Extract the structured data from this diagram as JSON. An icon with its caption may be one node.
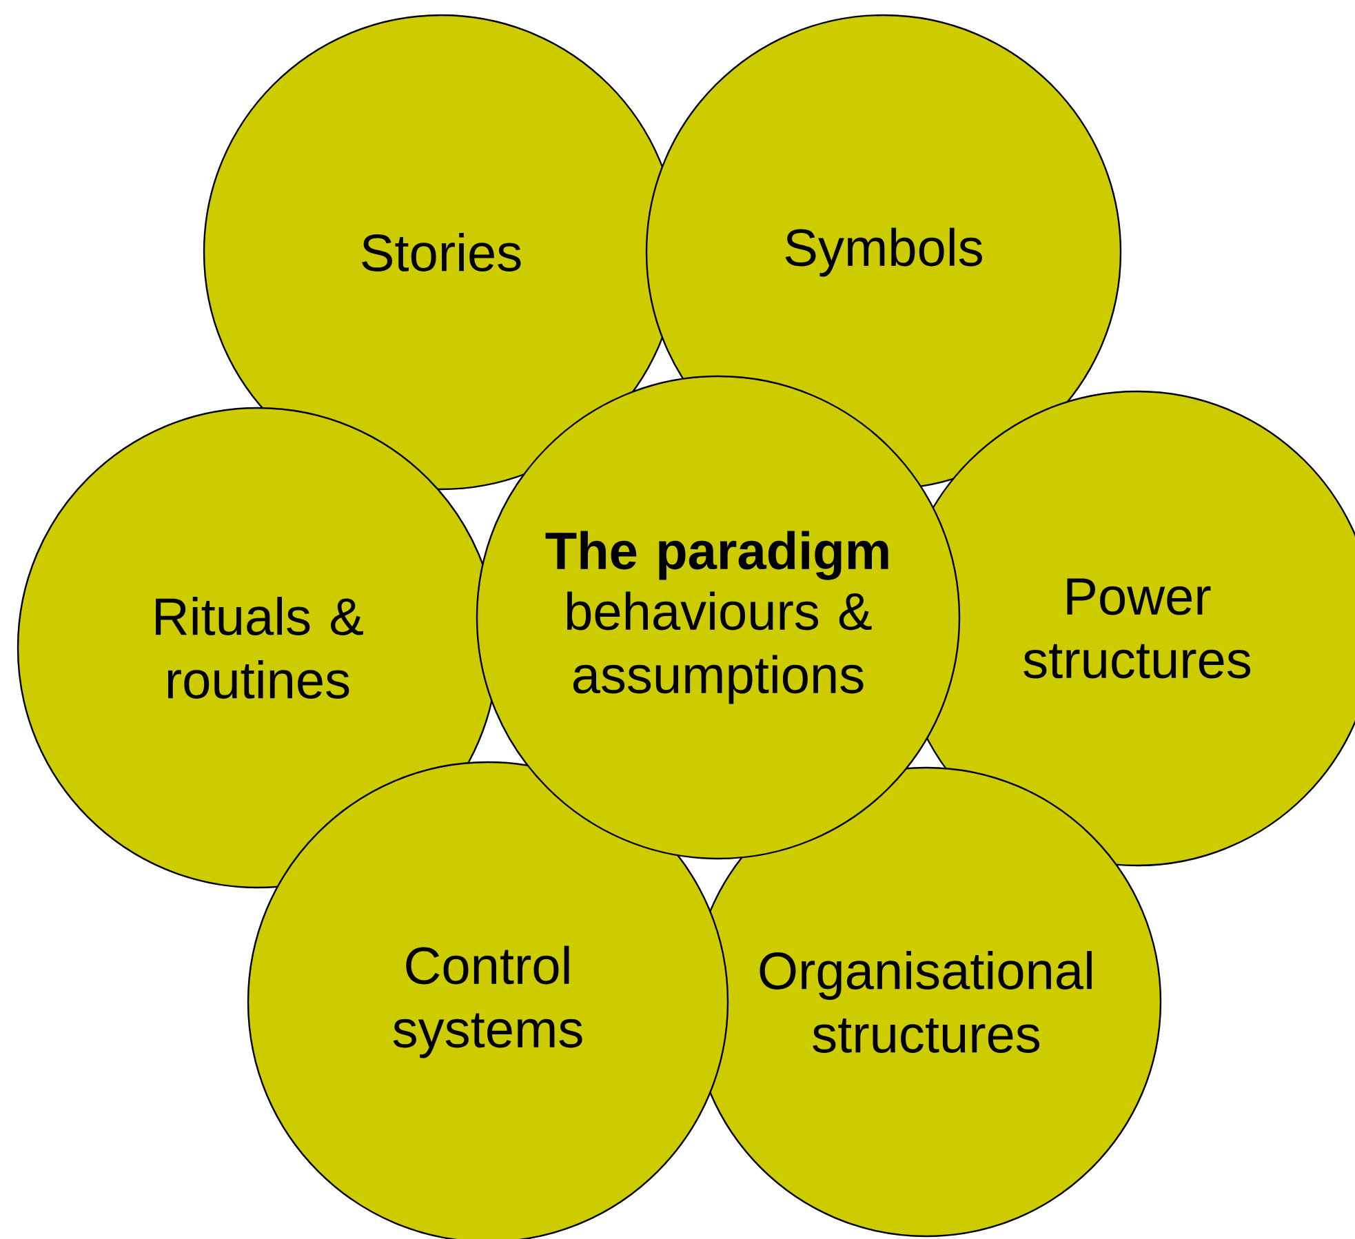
{
  "diagram": {
    "nodes": [
      {
        "text": [
          "Stories"
        ]
      },
      {
        "text": [
          "Symbols"
        ]
      },
      {
        "text": [
          "Rituals & routines"
        ]
      },
      {
        "text": [
          "The paradigm",
          "behaviours & assumptions"
        ]
      },
      {
        "text": [
          "Power structures"
        ]
      },
      {
        "text": [
          "Control systems"
        ]
      },
      {
        "text": [
          "Organisational structures"
        ]
      }
    ]
  }
}
